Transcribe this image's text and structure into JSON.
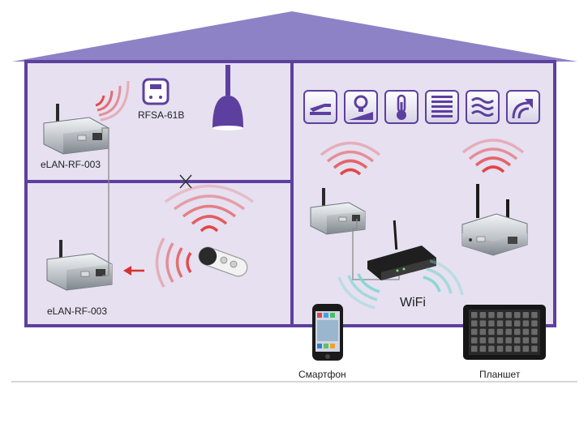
{
  "labels": {
    "device_top": "eLAN-RF-003",
    "device_bottom": "eLAN-RF-003",
    "sensor": "RFSA-61B",
    "wifi": "WiFi",
    "smartphone": "Смартфон",
    "tablet": "Планшет"
  },
  "icons": [
    "light-switch-icon",
    "dimmer-lamp-icon",
    "thermometer-icon",
    "blinds-icon",
    "heating-waves-icon",
    "rf-signal-icon"
  ],
  "colors": {
    "roof": "#8d82c6",
    "wall": "#5d3f9f",
    "room_fill": "#e6e0f0",
    "rf_signal": "#e23c3c",
    "wifi_signal": "#7fd6d0",
    "arrow": "#d93030"
  }
}
